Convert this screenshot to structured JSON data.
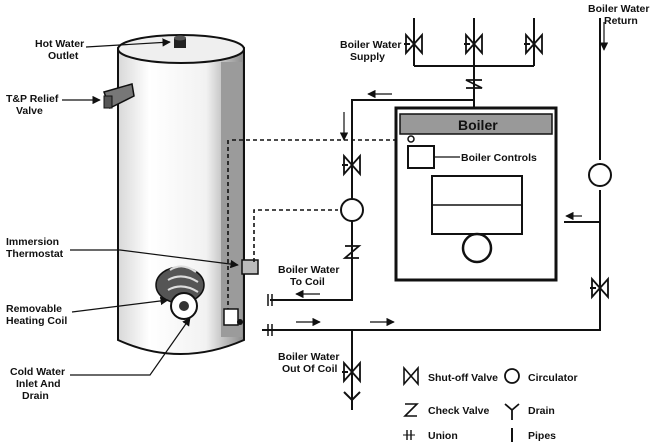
{
  "labels": {
    "hot_water_outlet": [
      "Hot Water",
      "Outlet"
    ],
    "tp_relief_valve": [
      "T&P Relief",
      "Valve"
    ],
    "immersion_thermostat": [
      "Immersion",
      "Thermostat"
    ],
    "removable_heating_coil": [
      "Removable",
      "Heating Coil"
    ],
    "cold_water_inlet": [
      "Cold Water",
      "Inlet And",
      "Drain"
    ],
    "boiler_water_supply": [
      "Boiler Water",
      "Supply"
    ],
    "boiler_water_return": [
      "Boiler Water",
      "Return"
    ],
    "boiler": "Boiler",
    "boiler_controls": "Boiler Controls",
    "boiler_water_to_coil": [
      "Boiler Water",
      "To Coil"
    ],
    "boiler_water_out_of_coil": [
      "Boiler Water",
      "Out Of Coil"
    ]
  },
  "legend": {
    "shutoff_valve": "Shut-off Valve",
    "circulator": "Circulator",
    "check_valve": "Check Valve",
    "drain": "Drain",
    "union": "Union",
    "pipes": "Pipes"
  }
}
